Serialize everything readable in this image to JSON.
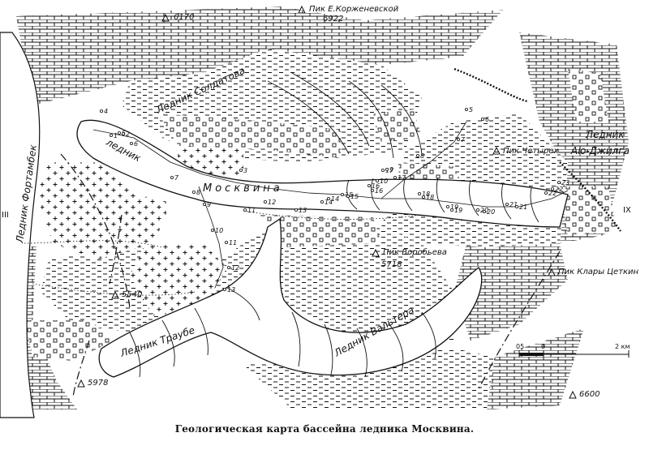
{
  "caption": "Геологическая карта бассейна ледника Москвина.",
  "peaks": {
    "p6170": "6170",
    "korzhenevskoy": "Пик Е.Корженевской",
    "korzhenevskoy_height": "6922",
    "chetyrekh": "Пик Четырех",
    "vorobyova": "Пик Воробьева",
    "vorobyova_height": "5718",
    "klary_tsetkin": "Пик Клары Цеткин",
    "p6600": "6600",
    "p5540": "5540",
    "p5978": "5978"
  },
  "glaciers": {
    "fortambek": "Ледник Фортамбек",
    "soldatova": "Ледник Солдатова",
    "moskvina_1": "ледник",
    "moskvina_2": "Москвина",
    "au_dzhilga_1": "Ледник",
    "au_dzhilga_2": "Аю-Джилга",
    "traube": "Ледник Траубе",
    "valtera": "Ледник Вальтера"
  },
  "roman": {
    "left": "III",
    "right": "IX"
  },
  "station_numbers": [
    "1",
    "2",
    "3",
    "4",
    "5",
    "6",
    "7",
    "8",
    "9",
    "10",
    "11",
    "12",
    "13",
    "14",
    "15",
    "16",
    "17",
    "18",
    "19",
    "20",
    "21",
    "22",
    "23",
    "5",
    "6",
    "7",
    "8",
    "9",
    "10",
    "11",
    "12",
    "13",
    "14",
    "15",
    "16",
    "17",
    "18",
    "19",
    "20",
    "21",
    "22"
  ],
  "scale": {
    "left": "05",
    "zero": "0",
    "right": "2 км"
  }
}
